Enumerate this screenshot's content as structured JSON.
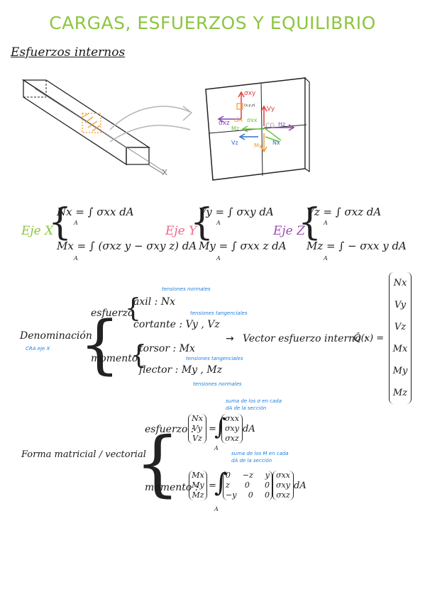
{
  "title": "CARGAS, ESFUERZOS Y EQUILIBRIO",
  "subtitle": "Esfuerzos internos",
  "diagram": {
    "axis_x_label": "x",
    "labels": {
      "sigma_xy": "σxy",
      "coords": "(x,y,z)",
      "Vy": "Vy",
      "sigma_xz": "σxz",
      "dA": "dA",
      "sigma_xx": "σxx",
      "Mz": "Mz",
      "CG": "CG",
      "Hz": "Hz",
      "Vz": "Vz",
      "My": "My",
      "Nx": "Nx"
    },
    "colors": {
      "red": "#e43c3c",
      "purple": "#8a3fb0",
      "green": "#6bbf3a",
      "orange": "#f39b2b",
      "blue": "#2d6fd0",
      "gray": "#9a9a9a"
    }
  },
  "axes": {
    "x": {
      "label": "Eje X",
      "eq1": "Nx = ∫ σxx dA",
      "eq2": "Mx = ∫ (σxz y − σxy z) dA",
      "sub": "A"
    },
    "y": {
      "label": "Eje Y",
      "eq1": "Vy = ∫ σxy dA",
      "eq2": "My = ∫ σxx z dA",
      "sub": "A"
    },
    "z": {
      "label": "Eje Z",
      "eq1": "Vz = ∫ σxz dA",
      "eq2": "Mz = ∫ − σxx y dA",
      "sub": "A"
    }
  },
  "denominacion": {
    "label": "Denominación",
    "label_note": "CRA eje X",
    "esfuerzo": "esfuerzo",
    "momento": "momento",
    "axil": "axil : Nx",
    "cortante": "cortante : Vy , Vz",
    "torsor": "torsor : Mx",
    "flector": "flector : My , Mz",
    "note_axil": "tensiones normales",
    "note_cortante": "tensiones tangenciales",
    "note_torsor": "tensiones tangenciales",
    "note_flector": "tensiones normales",
    "arrow_text": "Vector esfuerzo interno :",
    "Q": "Q̂(x) =",
    "vector": [
      "Nx",
      "Vy",
      "Vz",
      "Mx",
      "My",
      "Mz"
    ]
  },
  "forma": {
    "label": "Forma matricial / vectorial",
    "esfuerzo_label": "esfuerzo :",
    "esfuerzo_vec": [
      "Nx",
      "Vy",
      "Vz"
    ],
    "esfuerzo_sigma": [
      "σxx",
      "σxy",
      "σxz"
    ],
    "momento_label": "momento :",
    "momento_vec": [
      "Mx",
      "My",
      "Mz"
    ],
    "matrix_rows": [
      [
        "0",
        "−z",
        "y"
      ],
      [
        "z",
        "0",
        "0"
      ],
      [
        "−y",
        "0",
        "0"
      ]
    ],
    "momento_sigma": [
      "σxx",
      "σxy",
      "σxz"
    ],
    "equals": "=",
    "dA": "dA",
    "sub": "A",
    "note_esfuerzo_1": "suma de los σ en cada",
    "note_esfuerzo_2": "dA de la sección",
    "note_momento_1": "suma de los M en cada",
    "note_momento_2": "dA de la sección"
  }
}
